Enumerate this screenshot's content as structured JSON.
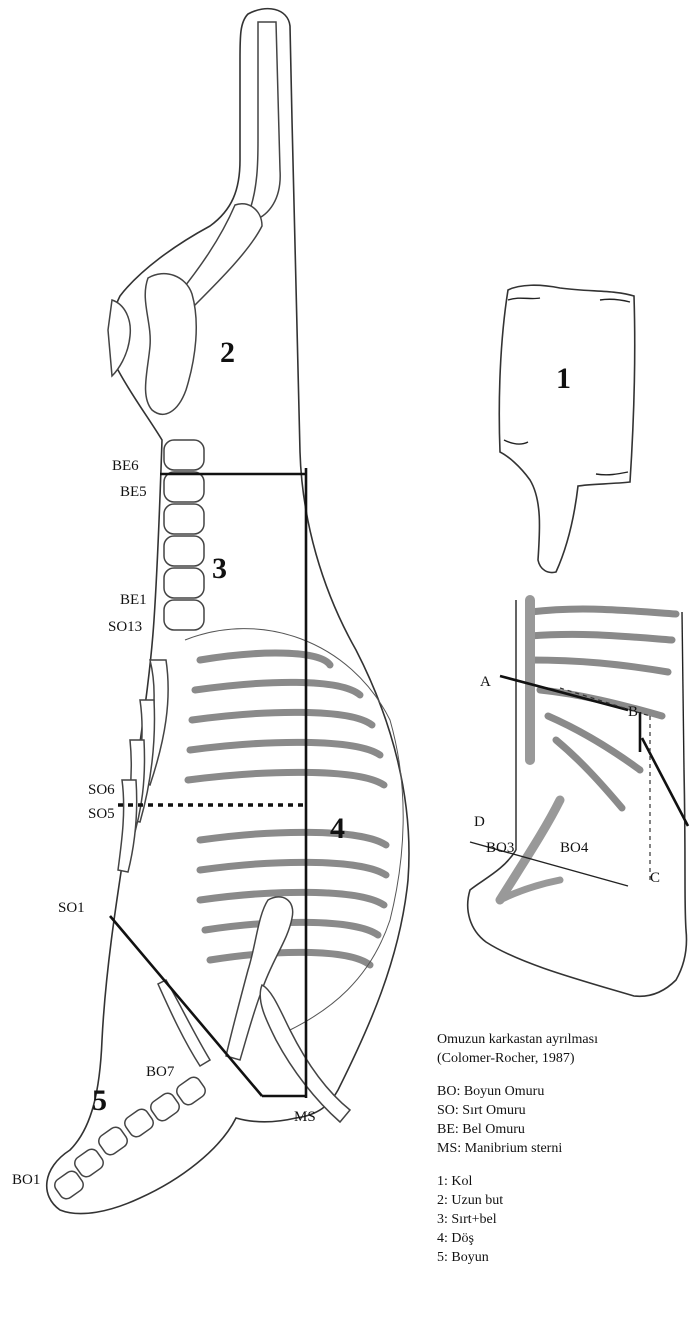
{
  "carcass_labels": {
    "region_2": "2",
    "region_3": "3",
    "region_4": "4",
    "region_5": "5",
    "be6": "BE6",
    "be5": "BE5",
    "be1": "BE1",
    "so13": "SO13",
    "so6": "SO6",
    "so5": "SO5",
    "so1": "SO1",
    "bo7": "BO7",
    "bo1": "BO1",
    "ms": "MS"
  },
  "shoulder_labels": {
    "region_1": "1",
    "a": "A",
    "b": "B",
    "c": "C",
    "d": "D",
    "bo3": "BO3",
    "bo4": "BO4"
  },
  "caption": {
    "line1": "Omuzun karkastan ayrılması",
    "line2": "(Colomer-Rocher, 1987)"
  },
  "abbreviations": [
    "BO: Boyun Omuru",
    "SO: Sırt Omuru",
    "BE: Bel Omuru",
    "MS: Manibrium sterni"
  ],
  "cuts": [
    "1: Kol",
    "2: Uzun but",
    "3: Sırt+bel",
    "4: Döş",
    "5: Boyun"
  ]
}
